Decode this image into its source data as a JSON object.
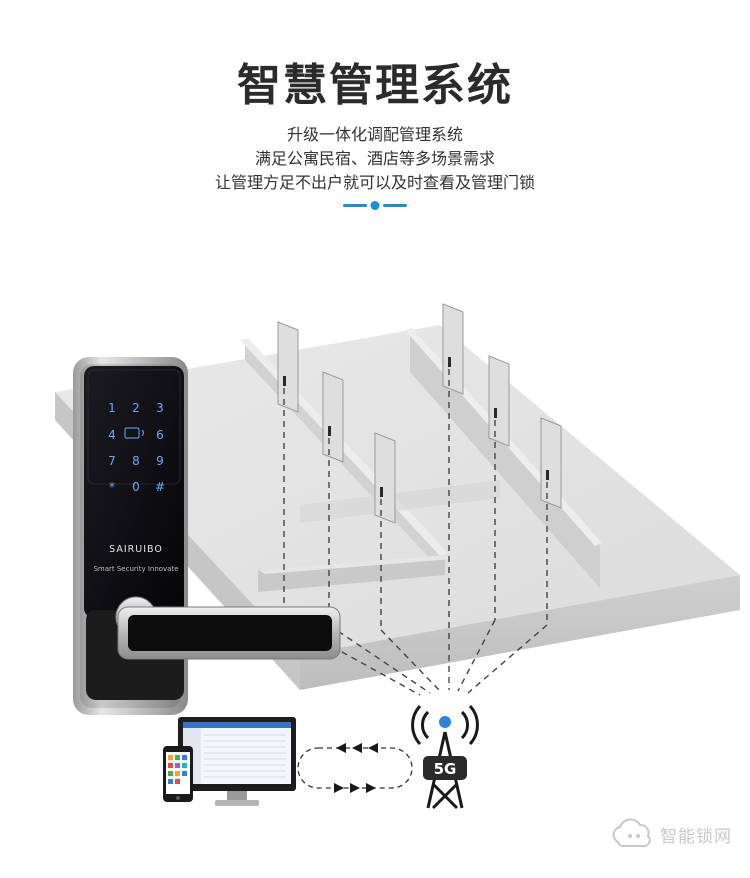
{
  "header": {
    "title": "智慧管理系统",
    "subtitle_lines": [
      "升级一体化调配管理系统",
      "满足公寓民宿、酒店等多场景需求",
      "让管理方足不出户就可以及时查看及管理门锁"
    ]
  },
  "lock": {
    "brand": "SAIRUIBO",
    "slogan": "Smart Security Innovate",
    "keypad": [
      "1",
      "2",
      "3",
      "4",
      "",
      "6",
      "7",
      "8",
      "9",
      "*",
      "0",
      "#"
    ]
  },
  "tower": {
    "label": "5G"
  },
  "watermark": {
    "text": "智能锁网"
  },
  "colors": {
    "accent": "#1a8fd8",
    "key_glow": "#6aa8ff"
  }
}
